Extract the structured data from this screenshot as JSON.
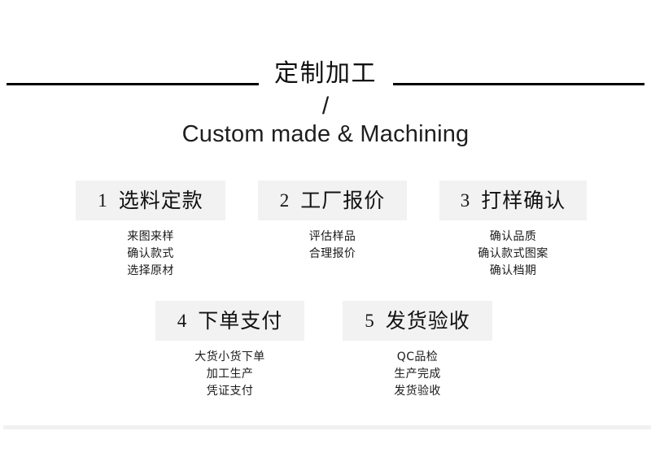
{
  "header": {
    "title_cn": "定制加工",
    "separator": "/",
    "title_en": "Custom made & Machining"
  },
  "steps": [
    {
      "number": "1",
      "title": "选料定款",
      "lines": [
        "来图来样",
        "确认款式",
        "选择原材"
      ]
    },
    {
      "number": "2",
      "title": "工厂报价",
      "lines": [
        "评估样品",
        "合理报价"
      ]
    },
    {
      "number": "3",
      "title": "打样确认",
      "lines": [
        "确认品质",
        "确认款式图案",
        "确认档期"
      ]
    },
    {
      "number": "4",
      "title": "下单支付",
      "lines": [
        "大货小货下单",
        "加工生产",
        "凭证支付"
      ]
    },
    {
      "number": "5",
      "title": "发货验收",
      "lines": [
        "QC品检",
        "生产完成",
        "发货验收"
      ]
    }
  ],
  "colors": {
    "background": "#ffffff",
    "rule": "#000000",
    "step_head_bg": "#f2f2f2",
    "text": "#1a1a1a",
    "footer_band": "#f1f1f1"
  }
}
